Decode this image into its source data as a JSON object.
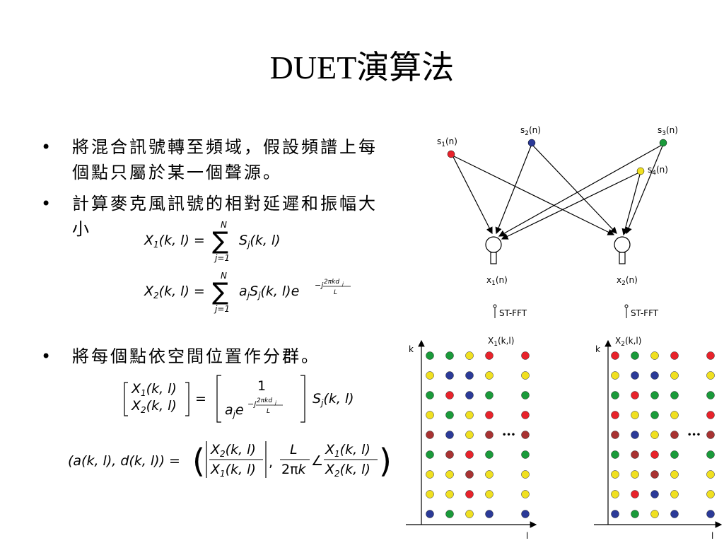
{
  "slide": {
    "title": "DUET演算法",
    "bullets": [
      {
        "marker": "•",
        "text": "將混合訊號轉至頻域，假設頻譜上每個點只屬於某一個聲源。"
      },
      {
        "marker": "•",
        "text": "計算麥克風訊號的相對延遲和振幅大小"
      },
      {
        "marker": "•",
        "text": "將每個點依空間位置作分群。"
      }
    ]
  },
  "equations": {
    "x1": "X₁(k,l) = Σⱼ₌₁ᴺ Sⱼ(k,l)",
    "x2": "X₂(k,l) = Σⱼ₌₁ᴺ aⱼ Sⱼ(k,l) e^(−j 2πkdⱼ/L)",
    "matrix": "[X₁(k,l); X₂(k,l)] = [1; aⱼ e^(−j 2πkdⱼ/L)] Sⱼ(k,l)",
    "estimate": "(a(k,l), d(k,l)) = ( |X₂(k,l)/X₁(k,l)| , L/(2πk) ∠ X₁(k,l)/X₂(k,l) )"
  },
  "diagram": {
    "sources": [
      {
        "label": "s",
        "sub": "1",
        "suffix": "(n)",
        "color": "#e8222b"
      },
      {
        "label": "s",
        "sub": "2",
        "suffix": "(n)",
        "color": "#2b3a98"
      },
      {
        "label": "s",
        "sub": "3",
        "suffix": "(n)",
        "color": "#1a9a3a"
      },
      {
        "label": "s",
        "sub": "4",
        "suffix": "(n)",
        "color": "#f0e020"
      }
    ],
    "mics": [
      {
        "label": "x",
        "sub": "1",
        "suffix": "(n)",
        "stft": "ST-FFT"
      },
      {
        "label": "x",
        "sub": "2",
        "suffix": "(n)",
        "stft": "ST-FFT"
      }
    ],
    "palette": {
      "R": "#e8222b",
      "B": "#2b3a98",
      "G": "#1a9a3a",
      "Y": "#f0e020",
      "M": "#a83232"
    },
    "grids": [
      {
        "label": "X",
        "sub": "1",
        "suffix": "(k,l)",
        "k_label": "k",
        "l_label": "l",
        "ellipsis": "•••",
        "rows": [
          "GGYR",
          "YBBY",
          "GRBG",
          "YGYR",
          "MBYM",
          "GMRG",
          "YYMY",
          "YYRY",
          "BGYB"
        ],
        "last_col": [
          "R",
          "Y",
          "G",
          "R",
          "M",
          "G",
          "Y",
          "Y",
          "B"
        ]
      },
      {
        "label": "X",
        "sub": "2",
        "suffix": "(k,l)",
        "k_label": "k",
        "l_label": "l",
        "ellipsis": "•••",
        "rows": [
          "RGYR",
          "YBBY",
          "GRGG",
          "RYGY",
          "MBYM",
          "GMRG",
          "YYMY",
          "YRBY",
          "BGYB"
        ],
        "last_col": [
          "R",
          "Y",
          "G",
          "R",
          "M",
          "G",
          "Y",
          "Y",
          "B"
        ]
      }
    ]
  }
}
